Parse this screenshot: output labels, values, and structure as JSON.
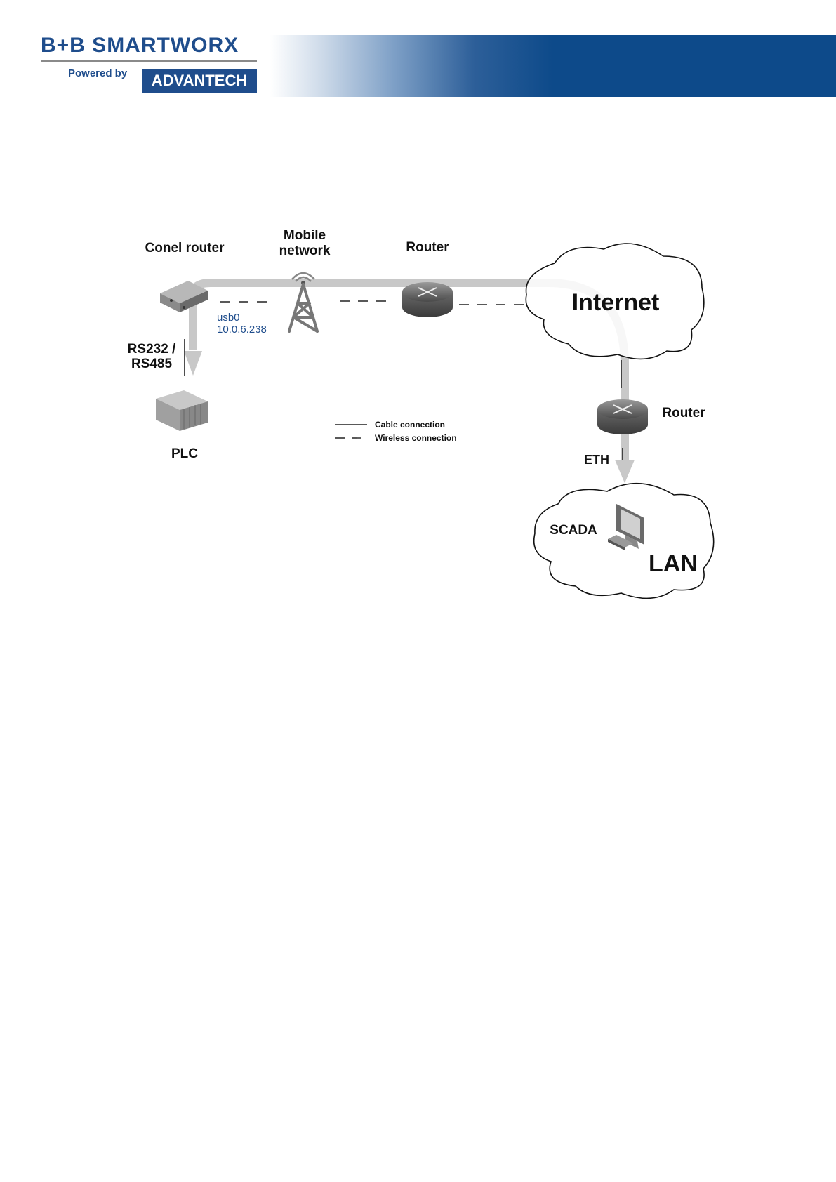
{
  "header": {
    "brand": "B+B SMARTWORX",
    "powered_by": "Powered by",
    "partner": "ADVANTECH"
  },
  "diagram": {
    "conel_router": "Conel router",
    "mobile_network_line1": "Mobile",
    "mobile_network_line2": "network",
    "router_top": "Router",
    "internet": "Internet",
    "usb_iface": "usb0",
    "usb_ip": "10.0.6.238",
    "rs_line1": "RS232 /",
    "rs_line2": "RS485",
    "plc": "PLC",
    "router_right": "Router",
    "eth": "ETH",
    "scada": "SCADA",
    "lan": "LAN",
    "legend_cable": "Cable connection",
    "legend_wireless": "Wireless connection"
  },
  "colors": {
    "brand_blue": "#1f4d8c",
    "banner_blue": "#0d4a8a",
    "ip_text": "#1f4d8c",
    "flow_arrow": "#c4c4c4"
  }
}
